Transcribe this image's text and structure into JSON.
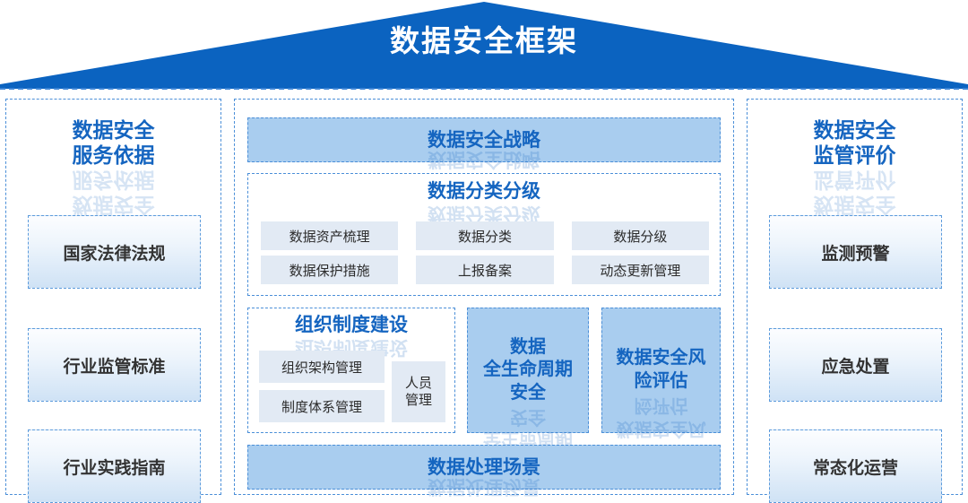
{
  "title": "数据安全框架",
  "colors": {
    "roof": "#0b63c0",
    "accent_text": "#1565c0",
    "banner_fill": "#a9cdef",
    "chip_fill": "#e2eaf4",
    "dashed_border": "#4b8fd8"
  },
  "left_column": {
    "heading_line1": "数据安全",
    "heading_line2": "服务依据",
    "items": [
      {
        "label": "国家法律法规"
      },
      {
        "label": "行业监管标准"
      },
      {
        "label": "行业实践指南"
      }
    ]
  },
  "right_column": {
    "heading_line1": "数据安全",
    "heading_line2": "监管评价",
    "items": [
      {
        "label": "监测预警"
      },
      {
        "label": "应急处置"
      },
      {
        "label": "常态化运营"
      }
    ]
  },
  "center_column": {
    "strategy_banner": "数据安全战略",
    "classification": {
      "title": "数据分类分级",
      "chips": [
        "数据资产梳理",
        "数据分类",
        "数据分级",
        "数据保护措施",
        "上报备案",
        "动态更新管理"
      ]
    },
    "organization": {
      "title": "组织制度建设",
      "chips": [
        "组织架构管理",
        "制度体系管理"
      ],
      "tall_chip_line1": "人员",
      "tall_chip_line2": "管理"
    },
    "pillars": [
      {
        "line1": "数据",
        "line2": "全生命周期",
        "line3": "安全"
      },
      {
        "line1": "数据安全风",
        "line2": "险评估",
        "line3": ""
      }
    ],
    "scenario_banner": "数据处理场景"
  }
}
